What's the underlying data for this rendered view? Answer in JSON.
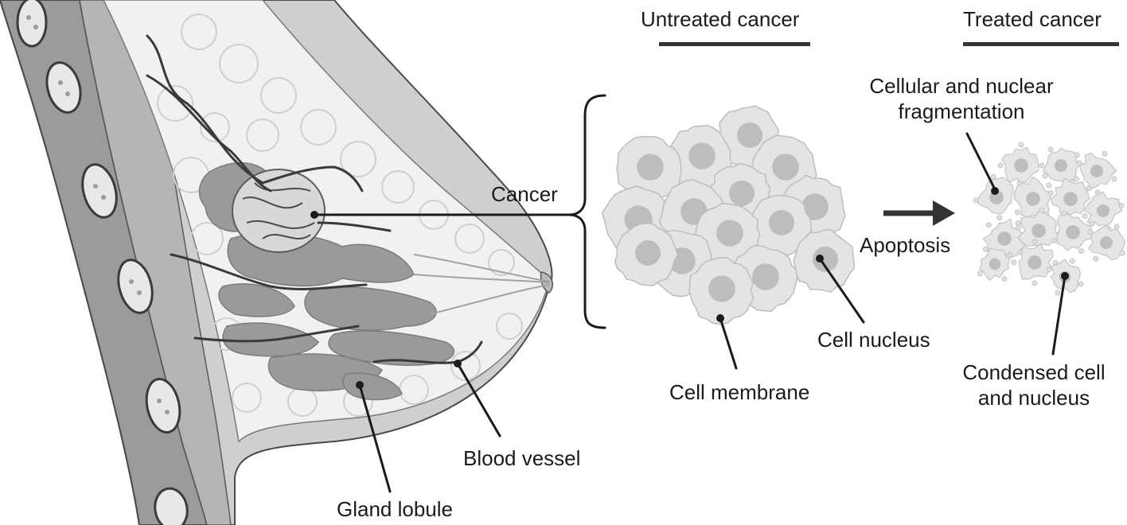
{
  "headers": {
    "untreated": "Untreated cancer",
    "treated": "Treated cancer"
  },
  "labels": {
    "cancer": "Cancer",
    "apoptosis": "Apoptosis",
    "fragmentation_line1": "Cellular and nuclear",
    "fragmentation_line2": "fragmentation",
    "cell_nucleus": "Cell nucleus",
    "cell_membrane": "Cell membrane",
    "condensed_line1": "Condensed cell",
    "condensed_line2": "and nucleus",
    "blood_vessel": "Blood vessel",
    "gland_lobule": "Gland lobule"
  },
  "colors": {
    "line": "#1b1b1b",
    "tissue_light": "#ececec",
    "tissue_mid": "#bdbdbd",
    "tissue_dark": "#8f8f8f",
    "gland": "#9a9a9a",
    "cell_fill": "#e6e6e6",
    "nucleus_fill": "#bcbcbc"
  }
}
